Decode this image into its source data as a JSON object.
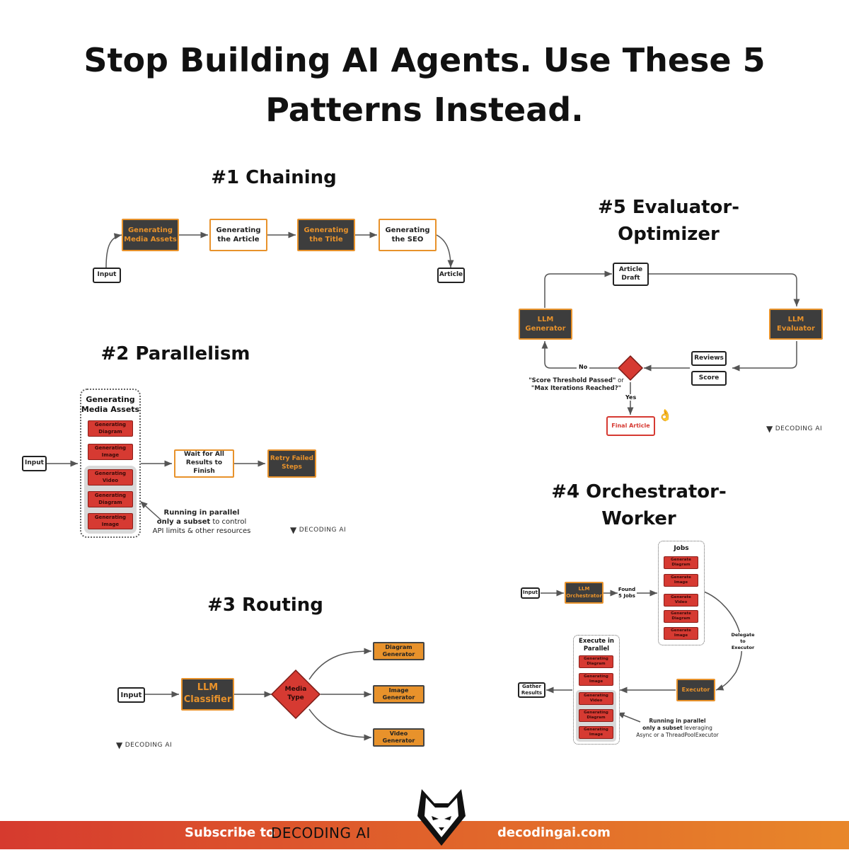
{
  "title": "Stop Building AI Agents. Use These 5 Patterns Instead.",
  "title_line1": "Stop Building AI Agents. Use These 5",
  "title_line2": "Patterns Instead.",
  "colors": {
    "orange": "#e8922b",
    "dark": "#3d3d3d",
    "red": "#d63a32",
    "footer_start": "#d63a2e",
    "footer_end": "#e8872a"
  },
  "chaining": {
    "heading": "#1 Chaining",
    "input": "Input",
    "steps": [
      "Generating Media Assets",
      "Generating the Article",
      "Generating the Title",
      "Generating the SEO"
    ],
    "output": "Article"
  },
  "parallelism": {
    "heading": "#2 Parallelism",
    "input": "Input",
    "group_title": "Generating Media Assets",
    "tasks": [
      "Generating Diagram",
      "Generating Image",
      "Generating Video",
      "Generating Diagram",
      "Generating Image"
    ],
    "wait": "Wait for All Results to Finish",
    "retry": "Retry Failed Steps",
    "note_bold": "Running in parallel",
    "note_bold2": "only a subset",
    "note_rest": " to control",
    "note_line3": "API limits & other resources",
    "logo": "DECODING AI"
  },
  "routing": {
    "heading": "#3 Routing",
    "input": "Input",
    "classifier": "LLM Classifier",
    "decision": "Media Type",
    "routes": [
      "Diagram Generator",
      "Image Generator",
      "Video Generator"
    ],
    "logo": "DECODING AI"
  },
  "orchestrator": {
    "heading_line1": "#4 Orchestrator-",
    "heading_line2": "Worker",
    "input": "Input",
    "orchestrator": "LLM Orchestrator",
    "found_label": "Found 5 Jobs",
    "jobs_title": "Jobs",
    "jobs": [
      "Generate Diagram",
      "Generate Image",
      "Generate Video",
      "Generate Diagram",
      "Generate Image"
    ],
    "delegate_label": "Delegate to Executor",
    "executor": "Executor",
    "exec_title": "Execute in Parallel",
    "exec_tasks": [
      "Generating Diagram",
      "Generating Image",
      "Generating Video",
      "Generating Diagram",
      "Generating Image"
    ],
    "gather": "Gather Results",
    "note_bold": "Running in parallel",
    "note_bold2": "only a subset",
    "note_rest": " leveraging",
    "note_line3": "Async or a ThreadPoolExecutor"
  },
  "evaluator": {
    "heading_line1": "#5 Evaluator-",
    "heading_line2": "Optimizer",
    "draft": "Article Draft",
    "generator": "LLM Generator",
    "evaluator": "LLM Evaluator",
    "reviews": "Reviews",
    "score": "Score",
    "no_label": "No",
    "yes_label": "Yes",
    "condition_a": "\"Score Threshold Passed\"",
    "condition_or": " or",
    "condition_b": "\"Max Iterations Reached?\"",
    "final": "Final Article",
    "logo": "DECODING AI"
  },
  "footer": {
    "subscribe": "Subscribe to",
    "brand": "DECODING AI",
    "url": "decodingai.com"
  }
}
